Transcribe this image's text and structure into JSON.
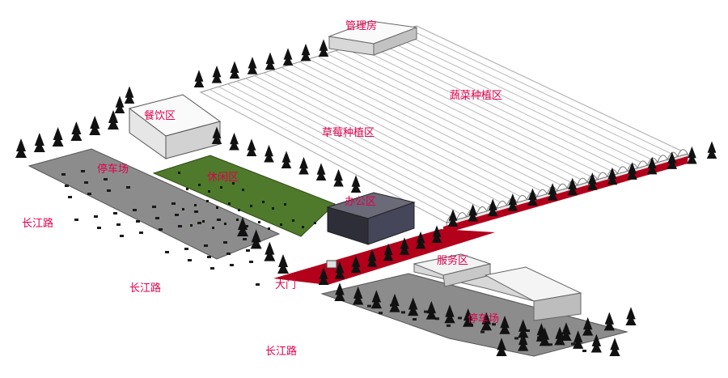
{
  "labels": {
    "management_house": "管理房",
    "vegetable_zone": "蔬菜种植区",
    "strawberry_zone": "草莓种植区",
    "dining_zone": "餐饮区",
    "parking_1": "停车场",
    "leisure_zone": "休闲区",
    "office_zone": "办公区",
    "service_zone": "服务区",
    "gate": "大门",
    "parking_2": "停车场",
    "road_1": "长江路",
    "road_2": "长江路",
    "road_3": "长江路"
  },
  "colors": {
    "label": "#e0004d",
    "parking_lot": "#8c8c8c",
    "leisure_lawn": "#4f7a2c",
    "red_wall": "#b3001b",
    "office_building": "#3a3a46",
    "greenhouse": "#ffffff",
    "tree": "#111111"
  }
}
